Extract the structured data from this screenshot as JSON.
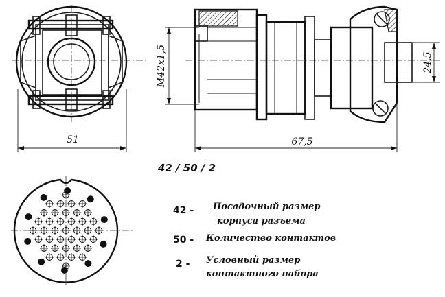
{
  "dimensions": {
    "front_width": "51",
    "body_length": "67,5",
    "thread": "M42x1,5",
    "cable_diameter": "24,5"
  },
  "designation": {
    "code": "42 / 50 / 2"
  },
  "legend": [
    {
      "num": "42 -",
      "line1": "Посадочный размер",
      "line2": "корпуса разъема"
    },
    {
      "num": "50 -",
      "line1": "Количество контактов",
      "line2": ""
    },
    {
      "num": "2 -",
      "line1": "Условный размер",
      "line2": "контактного набора"
    }
  ]
}
